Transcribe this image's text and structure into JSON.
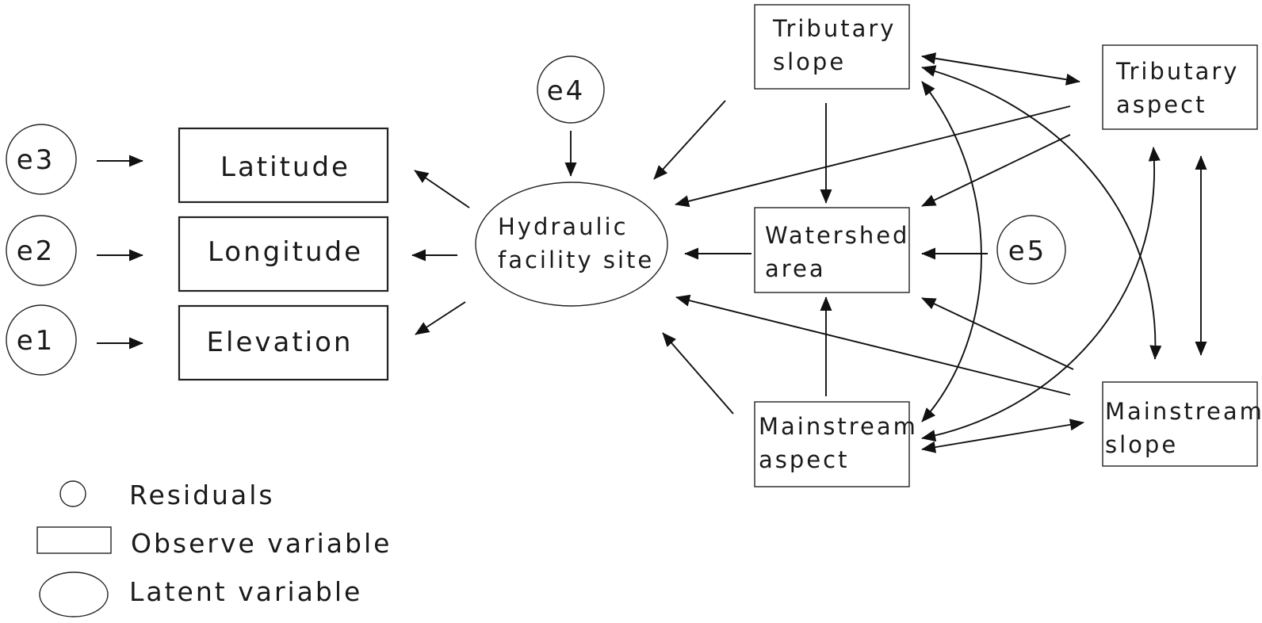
{
  "nodes": {
    "e1": "e1",
    "e2": "e2",
    "e3": "e3",
    "e4": "e4",
    "e5": "e5",
    "latitude": "Latitude",
    "longitude": "Longitude",
    "elevation": "Elevation",
    "hydraulic_facility_site": [
      "Hydraulic",
      "facility site"
    ],
    "tributary_slope": [
      "Tributary",
      "slope"
    ],
    "tributary_aspect": [
      "Tributary",
      "aspect"
    ],
    "watershed_area": [
      "Watershed",
      "area"
    ],
    "mainstream_aspect": [
      "Mainstream",
      "aspect"
    ],
    "mainstream_slope": [
      "Mainstream",
      "slope"
    ]
  },
  "legend": {
    "residuals": "Residuals",
    "observe_variable": "Observe variable",
    "latent_variable": "Latent variable"
  }
}
